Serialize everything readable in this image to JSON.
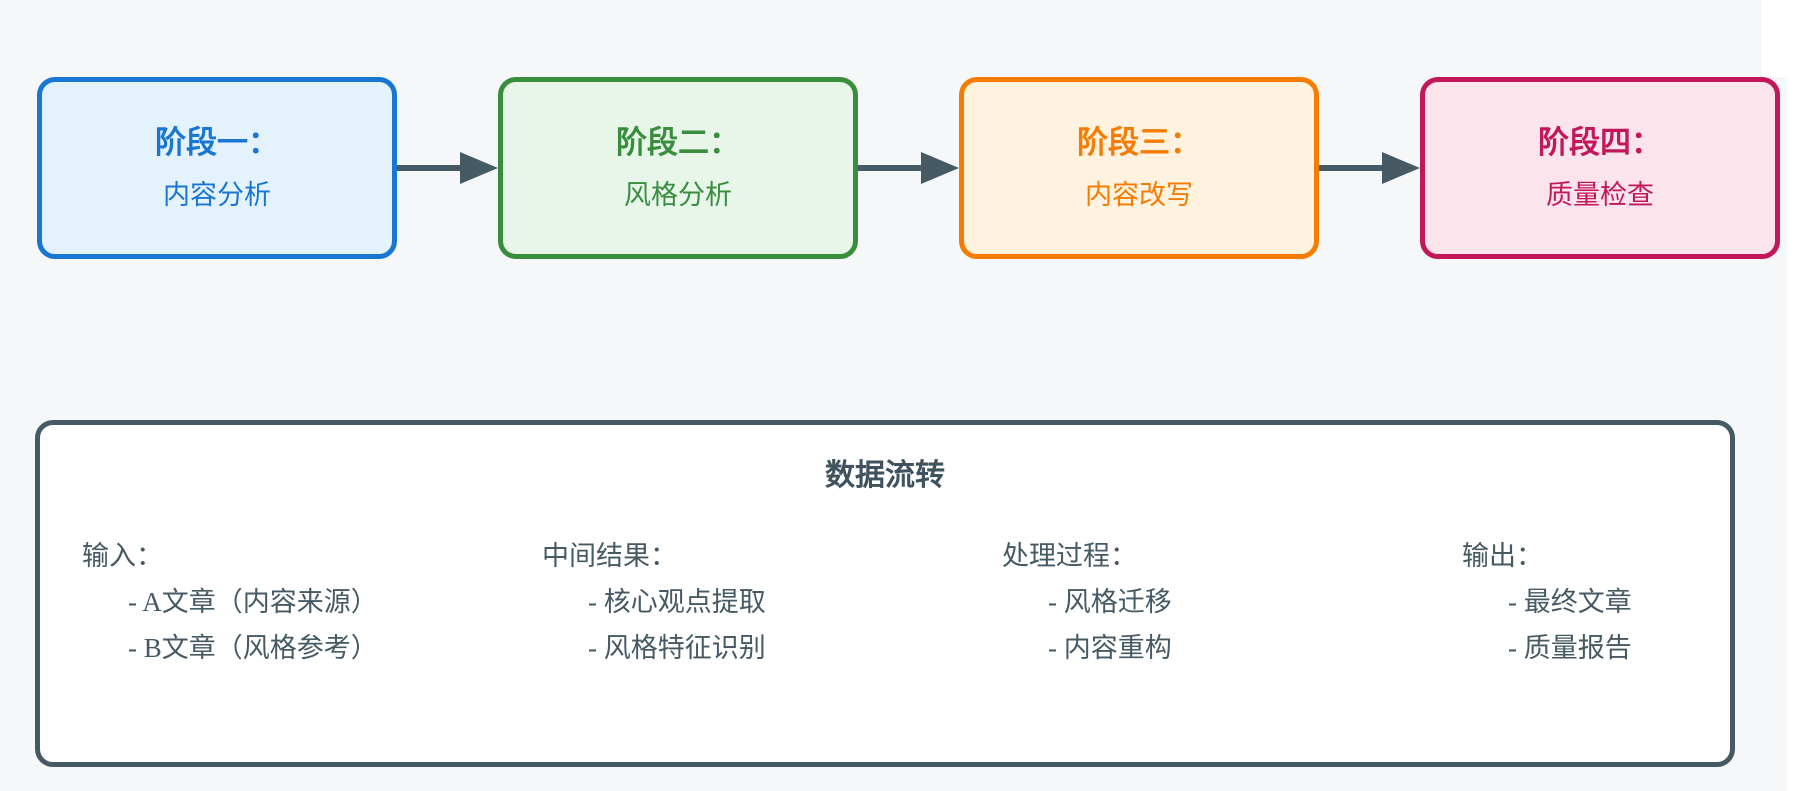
{
  "background": {
    "page": "#ffffff",
    "canvas": "#f5f7f9"
  },
  "pipeline": {
    "arrow_color": "#455a64",
    "stages": [
      {
        "label": "阶段一：",
        "title": "内容分析",
        "fill": "#e3f2fd",
        "border": "#1976d2",
        "text": "#1976d2"
      },
      {
        "label": "阶段二：",
        "title": "风格分析",
        "fill": "#e8f5e9",
        "border": "#388e3c",
        "text": "#388e3c"
      },
      {
        "label": "阶段三：",
        "title": "内容改写",
        "fill": "#fff3e0",
        "border": "#f57c00",
        "text": "#f57c00"
      },
      {
        "label": "阶段四：",
        "title": "质量检查",
        "fill": "#fce4ec",
        "border": "#c2185b",
        "text": "#c2185b"
      }
    ]
  },
  "data_flow": {
    "title": "数据流转",
    "border": "#455a64",
    "text_color": "#455a64",
    "columns": [
      {
        "header": "输入：",
        "items": [
          "- A文章（内容来源）",
          "- B文章（风格参考）"
        ]
      },
      {
        "header": "中间结果：",
        "items": [
          "- 核心观点提取",
          "- 风格特征识别"
        ]
      },
      {
        "header": "处理过程：",
        "items": [
          "- 风格迁移",
          "- 内容重构"
        ]
      },
      {
        "header": "输出：",
        "items": [
          "- 最终文章",
          "- 质量报告"
        ]
      }
    ]
  }
}
